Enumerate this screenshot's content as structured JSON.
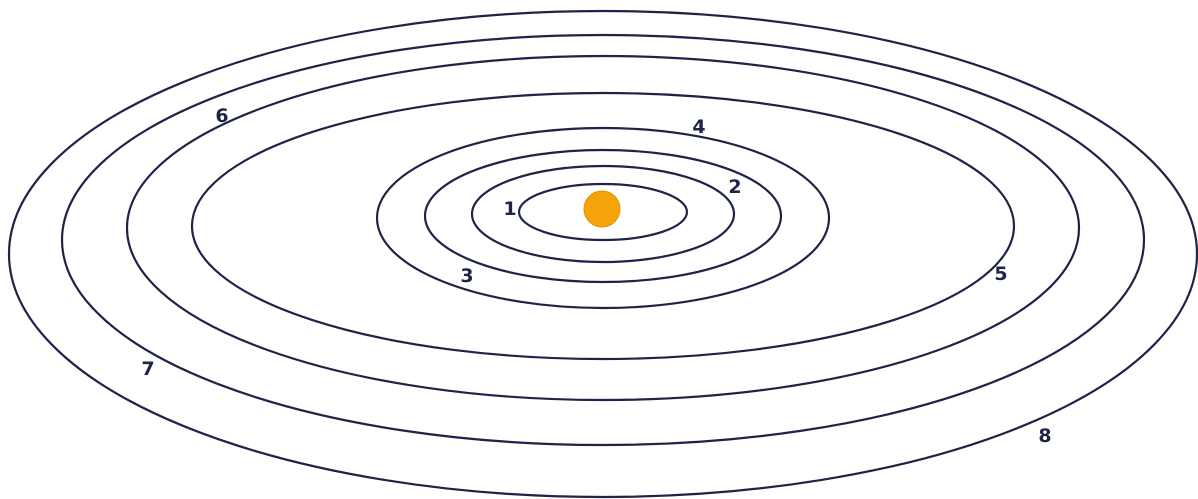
{
  "diagram": {
    "orbit_labels": [
      "1",
      "2",
      "3",
      "4",
      "5",
      "6",
      "7",
      "8"
    ]
  },
  "colors": {
    "orbit_line": "#1e2448",
    "sun_fill": "#f5a30a",
    "sun_stroke": "#e0920a",
    "label": "#1e2448",
    "background": "#ffffff"
  }
}
